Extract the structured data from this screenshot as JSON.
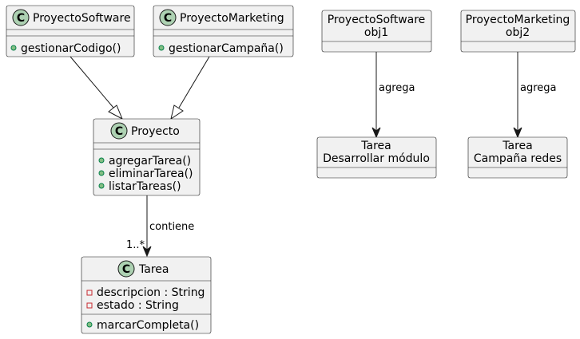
{
  "colors": {
    "box_fill": "#f1f1f1",
    "border": "#181818",
    "class_spot": "#add1b2",
    "public_marker": "#84be84",
    "private_marker": "#c82930"
  },
  "classes": {
    "proyecto_software": {
      "glyph": "C",
      "name": "ProyectoSoftware",
      "methods": [
        "gestionarCodigo()"
      ]
    },
    "proyecto_marketing": {
      "glyph": "C",
      "name": "ProyectoMarketing",
      "methods": [
        "gestionarCampaña()"
      ]
    },
    "proyecto": {
      "glyph": "C",
      "name": "Proyecto",
      "methods": [
        "agregarTarea()",
        "eliminarTarea()",
        "listarTareas()"
      ]
    },
    "tarea": {
      "glyph": "C",
      "name": "Tarea",
      "attributes": [
        "descripcion : String",
        "estado : String"
      ],
      "methods": [
        "marcarCompleta()"
      ]
    }
  },
  "objects": {
    "obj_software": {
      "title_line1": "ProyectoSoftware",
      "title_line2": "obj1"
    },
    "obj_marketing": {
      "title_line1": "ProyectoMarketing",
      "title_line2": "obj2"
    },
    "tarea_modulo": {
      "title_line1": "Tarea",
      "title_line2": "Desarrollar módulo"
    },
    "tarea_campana": {
      "title_line1": "Tarea",
      "title_line2": "Campaña redes"
    }
  },
  "relations": {
    "contiene": {
      "label": "contiene",
      "multiplicity": "1..*"
    },
    "agrega_1": {
      "label": "agrega"
    },
    "agrega_2": {
      "label": "agrega"
    }
  }
}
